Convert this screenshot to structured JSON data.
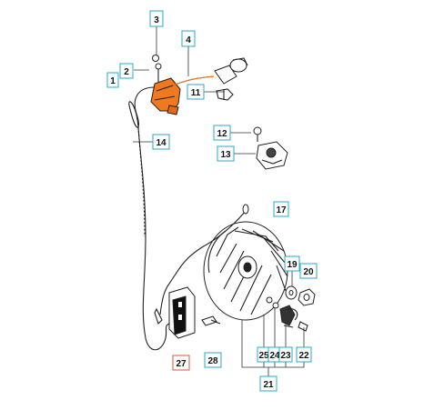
{
  "colors": {
    "callout_border": "#2aa8c8",
    "callout_highlight_border": "#e0553a",
    "ignition_coil": "#f0781e",
    "line": "#222222",
    "background": "#ffffff"
  },
  "callouts": {
    "c1": "1",
    "c2": "2",
    "c3": "3",
    "c4": "4",
    "c11": "11",
    "c12": "12",
    "c13": "13",
    "c14": "14",
    "c17": "17",
    "c19": "19",
    "c20": "20",
    "c21": "21",
    "c22": "22",
    "c23": "23",
    "c24": "24",
    "c25": "25",
    "c27": "27",
    "c28": "28"
  }
}
